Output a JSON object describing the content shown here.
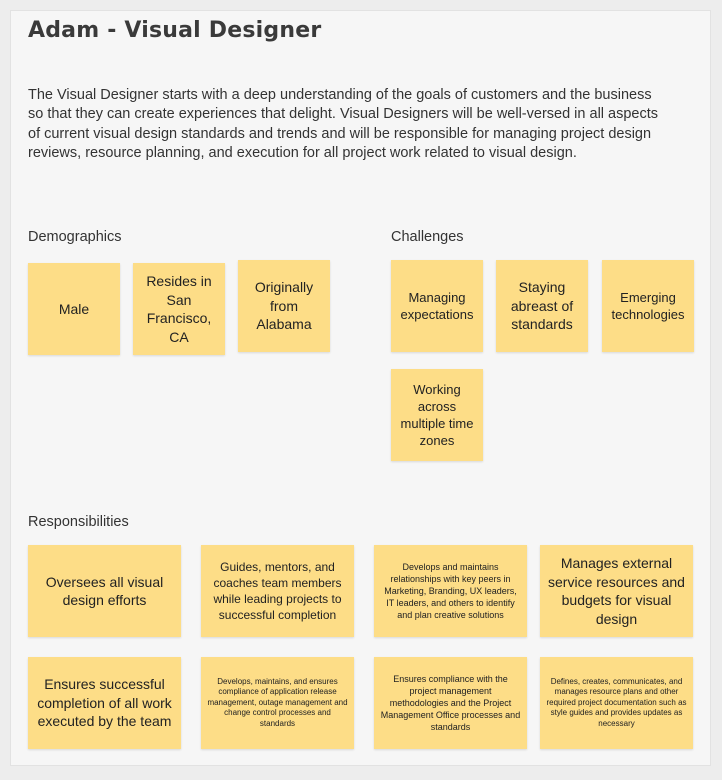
{
  "title": "Adam - Visual Designer",
  "description": "The Visual Designer starts with a deep understanding of the goals of customers and the business so that they can create experiences that delight. Visual Designers will be well-versed in all aspects of current visual design standards and trends and will be responsible for managing project design reviews, resource planning, and execution for all project work related to visual design.",
  "demographics": {
    "label": "Demographics",
    "notes": [
      "Male",
      "Resides in San Francisco, CA",
      "Originally from Alabama"
    ]
  },
  "challenges": {
    "label": "Challenges",
    "notes": [
      "Managing expectations",
      "Staying abreast of standards",
      "Emerging technologies",
      "Working across multiple time zones"
    ]
  },
  "responsibilities": {
    "label": "Responsibilities",
    "notes": [
      "Oversees all visual design efforts",
      "Guides, mentors, and coaches team members while leading projects to successful completion",
      "Develops and maintains relationships with key peers in Marketing, Branding, UX leaders, IT leaders, and others to identify and plan creative solutions",
      "Manages external service resources and budgets for visual design",
      "Ensures successful completion of all work executed by the team",
      "Develops, maintains, and ensures compliance of application release management, outage management and change control processes and standards",
      "Ensures compliance with the project management methodologies and the Project Management Office processes and standards",
      "Defines, creates, communicates, and manages resource plans and other required project documentation such as style guides and provides updates as necessary"
    ]
  },
  "colors": {
    "sticky": "#fddd87",
    "background": "#f6f6f6"
  }
}
